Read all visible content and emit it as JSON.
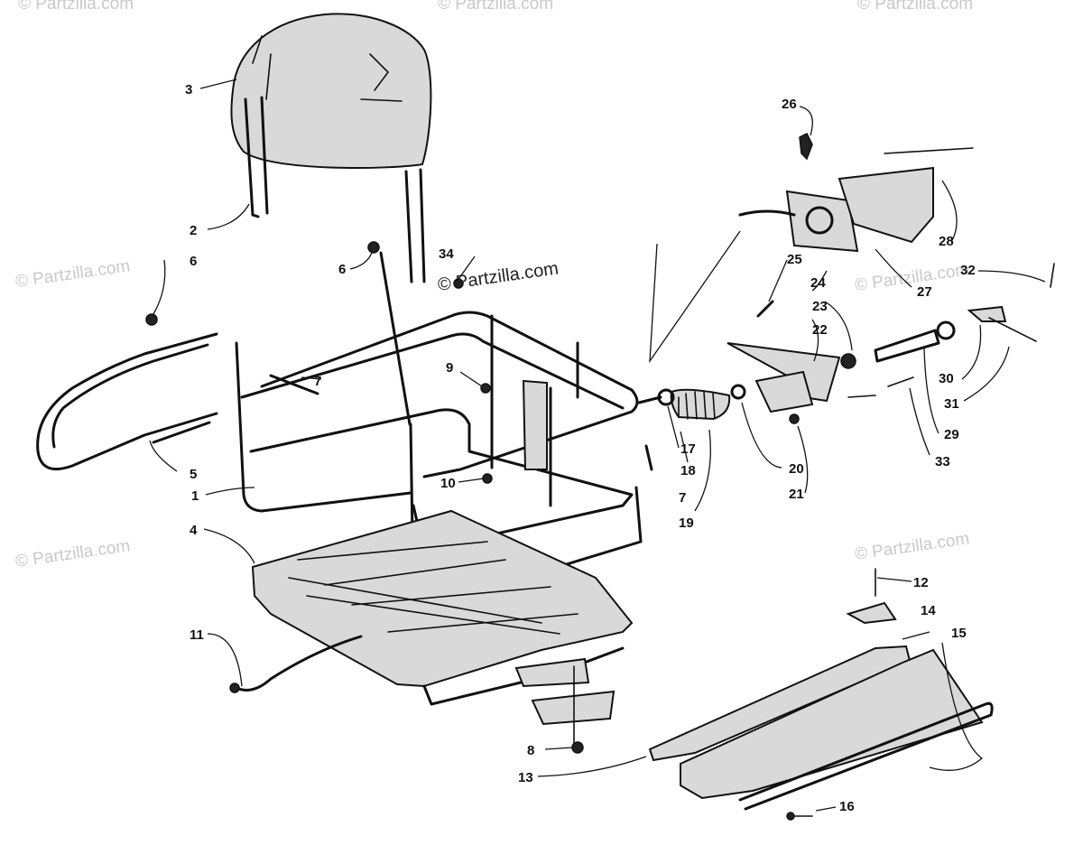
{
  "watermarks": {
    "faint": "© Partzilla.com",
    "main": "© Partzilla.com"
  },
  "callouts": {
    "c1": "1",
    "c2": "2",
    "c3": "3",
    "c4": "4",
    "c5": "5",
    "c6a": "6",
    "c6b": "6",
    "c7a": "7",
    "c7b": "7",
    "c8": "8",
    "c9": "9",
    "c10": "10",
    "c11": "11",
    "c12": "12",
    "c13": "13",
    "c14": "14",
    "c15": "15",
    "c16": "16",
    "c17": "17",
    "c18": "18",
    "c19": "19",
    "c20": "20",
    "c21": "21",
    "c22": "22",
    "c23": "23",
    "c24": "24",
    "c25": "25",
    "c26": "26",
    "c27": "27",
    "c28": "28",
    "c29": "29",
    "c30": "30",
    "c31": "31",
    "c32": "32",
    "c33": "33",
    "c34": "34"
  }
}
